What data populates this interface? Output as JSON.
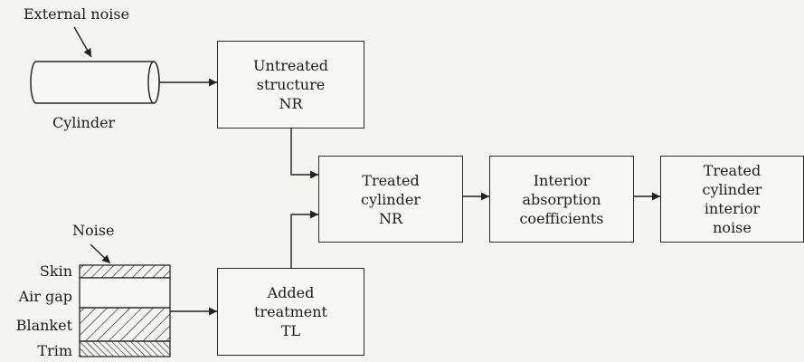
{
  "labels": {
    "external_noise": "External noise",
    "cylinder": "Cylinder",
    "noise": "Noise",
    "layers": [
      "Skin",
      "Air gap",
      "Blanket",
      "Trim"
    ]
  },
  "boxes": {
    "untreated": [
      "Untreated",
      "structure",
      "NR"
    ],
    "added": [
      "Added",
      "treatment",
      "TL"
    ],
    "treated_cyl": [
      "Treated",
      "cylinder",
      "NR"
    ],
    "interior_abs": [
      "Interior",
      "absorption",
      "coefficients"
    ],
    "treated_noise": [
      "Treated",
      "cylinder",
      "interior",
      "noise"
    ]
  }
}
